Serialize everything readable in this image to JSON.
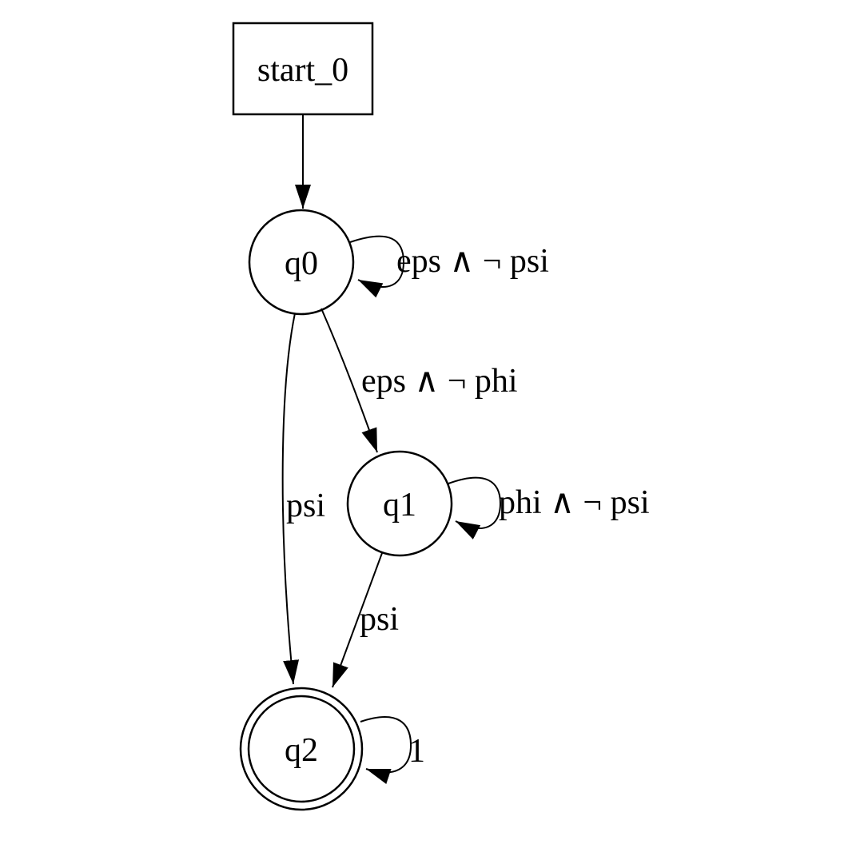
{
  "diagram": {
    "type": "finite-state-automaton",
    "background_color": "#ffffff",
    "stroke_color": "#000000",
    "nodes": {
      "start": {
        "label": "start_0",
        "shape": "rectangle",
        "accepting": false
      },
      "q0": {
        "label": "q0",
        "shape": "circle",
        "accepting": false
      },
      "q1": {
        "label": "q1",
        "shape": "circle",
        "accepting": false
      },
      "q2": {
        "label": "q2",
        "shape": "double-circle",
        "accepting": true
      }
    },
    "edges": {
      "start_to_q0": {
        "from": "start_0",
        "to": "q0",
        "label": ""
      },
      "q0_self": {
        "from": "q0",
        "to": "q0",
        "label": "eps ∧ ¬ psi"
      },
      "q0_to_q1": {
        "from": "q0",
        "to": "q1",
        "label": "eps ∧ ¬ phi"
      },
      "q0_to_q2": {
        "from": "q0",
        "to": "q2",
        "label": "psi"
      },
      "q1_self": {
        "from": "q1",
        "to": "q1",
        "label": "phi ∧ ¬ psi"
      },
      "q1_to_q2": {
        "from": "q1",
        "to": "q2",
        "label": "psi"
      },
      "q2_self": {
        "from": "q2",
        "to": "q2",
        "label": "1"
      }
    }
  }
}
